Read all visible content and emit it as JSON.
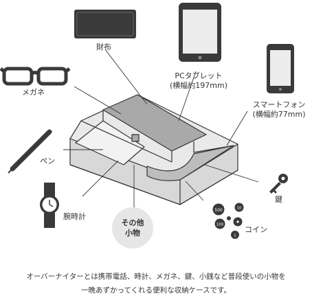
{
  "labels": {
    "wallet": "財布",
    "glasses": "メガネ",
    "tablet_name": "PCタブレット",
    "tablet_size": "(横幅約197mm)",
    "phone_name": "スマートフォン",
    "phone_size": "(横幅約77mm)",
    "pen": "ペン",
    "watch": "腕時計",
    "key": "鍵",
    "coin": "コイン",
    "misc_line1": "その他",
    "misc_line2": "小物"
  },
  "coins": [
    "500",
    "10",
    "100",
    "5",
    "1"
  ],
  "caption": {
    "line1": "オーバーナイターとは携帯電話、時計、メガネ、鍵、小銭など普段使いの小物を",
    "line2": "一晩あずかってくれる便利な収納ケースです。"
  },
  "colors": {
    "tray_fill": "#a9a9a9",
    "tray_light": "#dcdcdc",
    "outline": "#333333",
    "icon_dark": "#3a3a3a"
  }
}
